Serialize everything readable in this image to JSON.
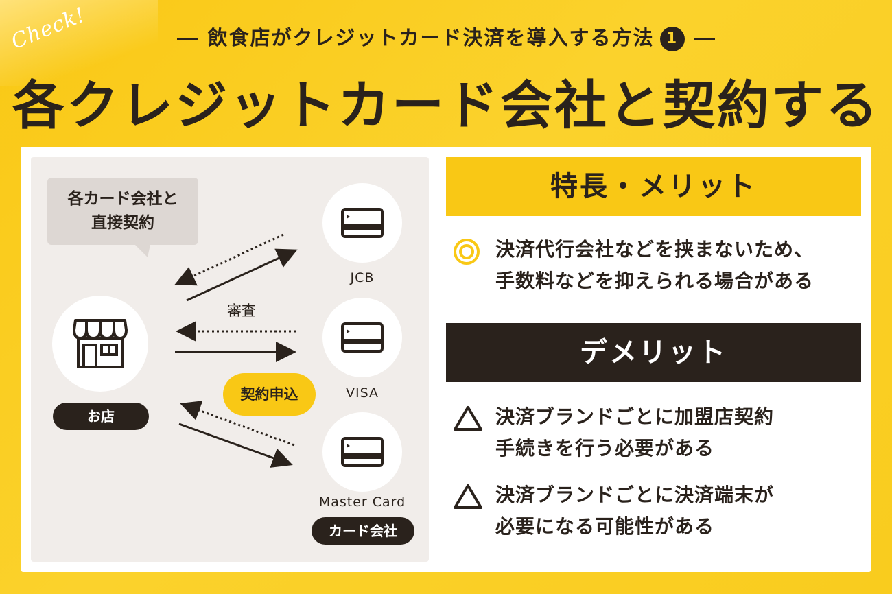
{
  "header": {
    "check": "Check!",
    "subtitle": "飲食店がクレジットカード決済を導入する方法",
    "subtitle_num": "1",
    "title": "各クレジットカード会社と契約する"
  },
  "diagram": {
    "bubble_line1": "各カード会社と",
    "bubble_line2": "直接契約",
    "shop_label": "お店",
    "review_label": "審査",
    "apply_label": "契約申込",
    "brands": [
      "JCB",
      "VISA",
      "Master Card"
    ],
    "company_label": "カード会社"
  },
  "merit": {
    "heading": "特長・メリット",
    "items": [
      {
        "line1": "決済代行会社などを挟まないため、",
        "line2": "手数料などを抑えられる場合がある"
      }
    ]
  },
  "demerit": {
    "heading": "デメリット",
    "items": [
      {
        "line1": "決済ブランドごとに加盟店契約",
        "line2": "手続きを行う必要がある"
      },
      {
        "line1": "決済ブランドごとに決済端末が",
        "line2": "必要になる可能性がある"
      }
    ]
  },
  "colors": {
    "accent": "#f9c815",
    "dark": "#2a221c",
    "panel_bg": "#f1edea"
  },
  "icons": [
    "store-icon",
    "credit-card-icon",
    "double-circle-icon",
    "triangle-icon"
  ]
}
